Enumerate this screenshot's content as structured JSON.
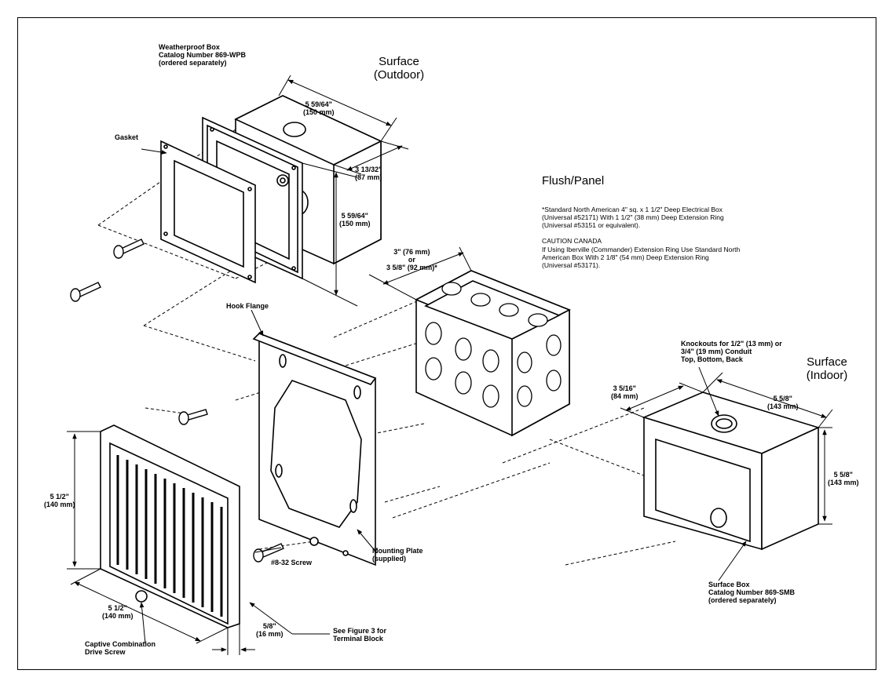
{
  "diagram": {
    "headings": {
      "surface_outdoor": "Surface\n(Outdoor)",
      "flush_panel": "Flush/Panel",
      "surface_indoor": "Surface\n(Indoor)"
    },
    "labels": {
      "weatherproof_box": "Weatherproof Box\nCatalog Number 869-WPB\n(ordered separately)",
      "gasket": "Gasket",
      "hook_flange": "Hook Flange",
      "mounting_plate": "Mounting Plate\n(supplied)",
      "screw": "#8-32 Screw",
      "captive_screw": "Captive Combination\nDrive Screw",
      "see_figure": "See Figure 3 for\nTerminal Block",
      "knockouts": "Knockouts for 1/2\" (13 mm) or\n3/4\" (19 mm) Conduit\nTop, Bottom, Back",
      "surface_box": "Surface Box\nCatalog Number 869-SMB\n(ordered separately)"
    },
    "notes": {
      "standard_box": "*Standard North American 4\" sq. x 1 1/2\" Deep Electrical Box\n(Universal #52171) With 1 1/2\" (38 mm) Deep Extension Ring\n(Universal #53151 or equivalent).",
      "caution_title": "CAUTION CANADA",
      "caution_text": "If Using Iberville (Commander) Extension Ring Use Standard North\nAmerican Box With 2 1/8\" (54 mm) Deep Extension Ring\n(Universal #53171)."
    },
    "dimensions": {
      "wpb_width": "5 59/64\"\n(150 mm)",
      "wpb_depth": "3 13/32\"\n(87 mm)",
      "wpb_height": "5 59/64\"\n(150 mm)",
      "flush_depth": "3\" (76 mm)\nor\n3 5/8\" (92 mm)*",
      "smb_depth": "3 5/16\"\n(84 mm)",
      "smb_width": "5 5/8\"\n(143 mm)",
      "smb_height": "5 5/8\"\n(143 mm)",
      "grille_height": "5 1/2\"\n(140 mm)",
      "grille_width": "5 1/2\"\n(140 mm)",
      "grille_depth": "5/8\"\n(16 mm)"
    }
  }
}
